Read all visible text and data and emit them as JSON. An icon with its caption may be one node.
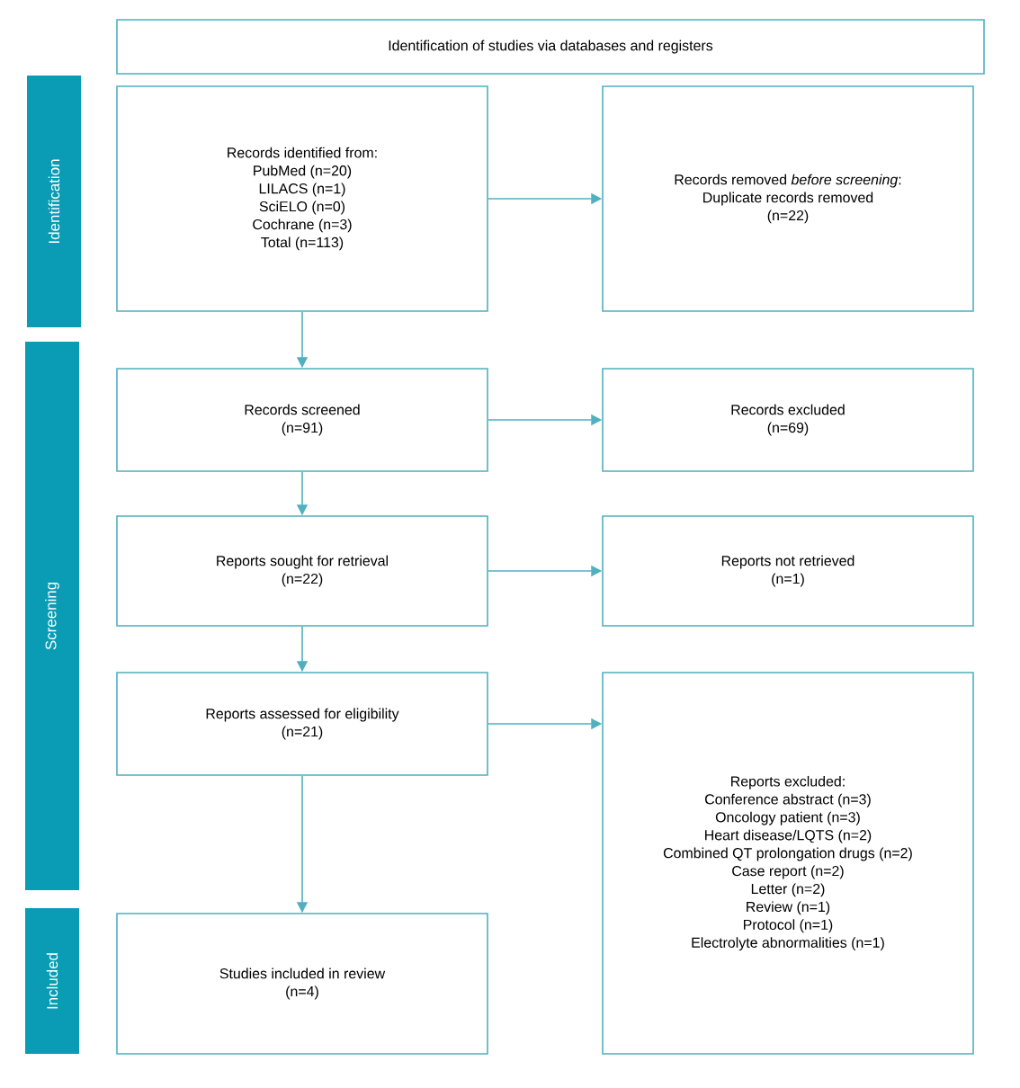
{
  "diagram": {
    "nodes": [
      {
        "text": [
          "Identification of studies via databases and registers"
        ]
      },
      {
        "text": [
          "Records identified from:",
          "PubMed (n=20)",
          "LILACS (n=1)",
          "SciELO (n=0)",
          "Cochrane (n=3)",
          "Total (n=113)"
        ]
      },
      {
        "text": [
          "Records removed *before screening*:",
          "Duplicate records removed",
          "(n=22)"
        ]
      },
      {
        "text": [
          "Records screened",
          "(n=91)"
        ]
      },
      {
        "text": [
          "Records excluded",
          "(n=69)"
        ]
      },
      {
        "text": [
          "Reports sought for retrieval",
          "(n=22)"
        ]
      },
      {
        "text": [
          "Reports not retrieved",
          "(n=1)"
        ]
      },
      {
        "text": [
          "Reports assessed for eligibility",
          "(n=21)"
        ]
      },
      {
        "text": [
          "Reports excluded:",
          "Conference abstract (n=3)",
          "Oncology patient (n=3)",
          "Heart disease/LQTS (n=2)",
          "Combined QT prolongation drugs (n=2)",
          "Case report (n=2)",
          "Letter (n=2)",
          "Review (n=1)",
          "Protocol (n=1)",
          "Electrolyte abnormalities (n=1)"
        ]
      },
      {
        "text": [
          "Studies included in review",
          "(n=4)"
        ]
      },
      {
        "text": [
          "Identification"
        ]
      },
      {
        "text": [
          "Screening"
        ]
      },
      {
        "text": [
          "Included"
        ]
      }
    ],
    "edges": [
      {
        "from": 1,
        "to": 2,
        "arrow": "to"
      },
      {
        "from": 1,
        "to": 3,
        "arrow": "to"
      },
      {
        "from": 3,
        "to": 4,
        "arrow": "to"
      },
      {
        "from": 3,
        "to": 5,
        "arrow": "to"
      },
      {
        "from": 5,
        "to": 6,
        "arrow": "to"
      },
      {
        "from": 5,
        "to": 7,
        "arrow": "to"
      },
      {
        "from": 7,
        "to": 8,
        "arrow": "to"
      },
      {
        "from": 7,
        "to": 9,
        "arrow": "to"
      }
    ]
  }
}
